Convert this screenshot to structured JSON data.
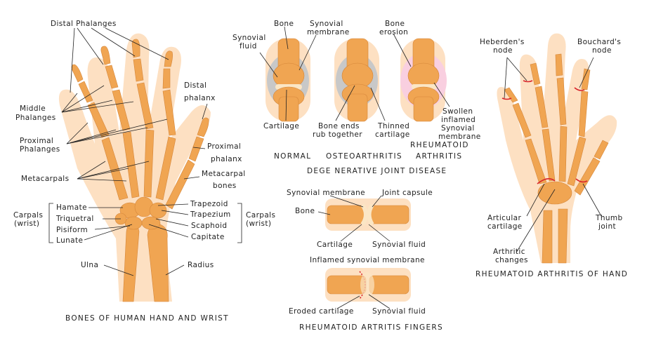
{
  "hand_bones": {
    "distal_phalanges": "Distal Phalanges",
    "middle_phalanges": [
      "Middle",
      "Phalanges"
    ],
    "proximal_phalanges": [
      "Proximal",
      "Phalanges"
    ],
    "metacarpals": "Metacarpals",
    "distal_phalanx": [
      "Distal",
      "phalanx"
    ],
    "proximal_phalanx": [
      "Proximal",
      "phalanx"
    ],
    "metacarpal_bones": [
      "Metacarpal",
      "bones"
    ],
    "carpals_left": [
      "Carpals",
      "(wrist)"
    ],
    "carpals_right": [
      "Carpals",
      "(wrist)"
    ],
    "hamate": "Hamate",
    "triquetral": "Triquetral",
    "pisiform": "Pisiform",
    "lunate": "Lunate",
    "trapezoid": "Trapezoid",
    "trapezium": "Trapezium",
    "scaphoid": "Scaphoid",
    "capitate": "Capitate",
    "ulna": "Ulna",
    "radius": "Radius",
    "caption": "BONES OF HUMAN HAND AND WRIST"
  },
  "joint_disease": {
    "synovial_fluid": [
      "Synovial",
      "fluid"
    ],
    "bone": "Bone",
    "synovial_membrane": [
      "Synovial",
      "membrane"
    ],
    "bone_erosion": [
      "Bone",
      "erosion"
    ],
    "cartilage": "Cartilage",
    "bone_ends": [
      "Bone ends",
      "rub together"
    ],
    "thinned_cartilage": [
      "Thinned",
      "cartilage"
    ],
    "swollen": [
      "Swollen",
      "inflamed",
      "Synovial",
      "membrane"
    ],
    "normal": "NORMAL",
    "osteoarthritis": "OSTEOARTHRITIS",
    "rheumatoid": [
      "RHEUMATOID",
      "ARTHRITIS"
    ],
    "caption": "DEGE NERATIVE JOINT DISEASE"
  },
  "fingers": {
    "synovial_membrane": "Synovial membrane",
    "joint_capsule": "Joint capsule",
    "bone": "Bone",
    "cartilage": "Cartilage",
    "synovial_fluid": "Synovial fluid",
    "inflamed": "Inflamed synovial membrane",
    "eroded_cartilage": "Eroded cartilage",
    "synovial_fluid_2": "Synovial fluid",
    "caption": "RHEUMATOID ARTRITIS FINGERS"
  },
  "ra_hand": {
    "heberdens": [
      "Heberden's",
      "node"
    ],
    "bouchards": [
      "Bouchard's",
      "node"
    ],
    "articular": [
      "Articular",
      "cartilage"
    ],
    "thumb_joint": [
      "Thumb",
      "joint"
    ],
    "arthritic": [
      "Arthritic",
      "changes"
    ],
    "caption": "RHEUMATOID ARTHRITIS OF HAND"
  }
}
